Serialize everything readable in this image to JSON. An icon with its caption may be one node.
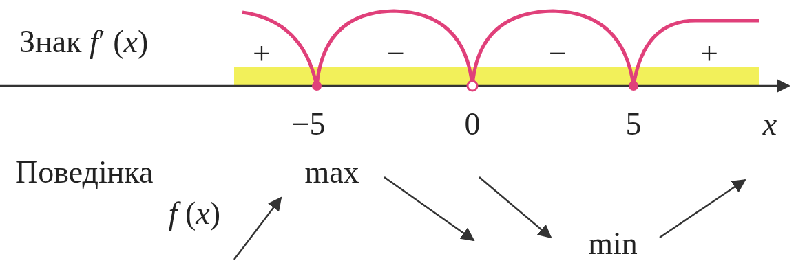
{
  "diagram": {
    "labels": [
      "Знак *f*′ (*x*)",
      "+",
      "−",
      "−",
      "+",
      "−5",
      "0",
      "5",
      "x",
      "Поведінка",
      "*f* (*x*)",
      "max",
      "min"
    ]
  }
}
